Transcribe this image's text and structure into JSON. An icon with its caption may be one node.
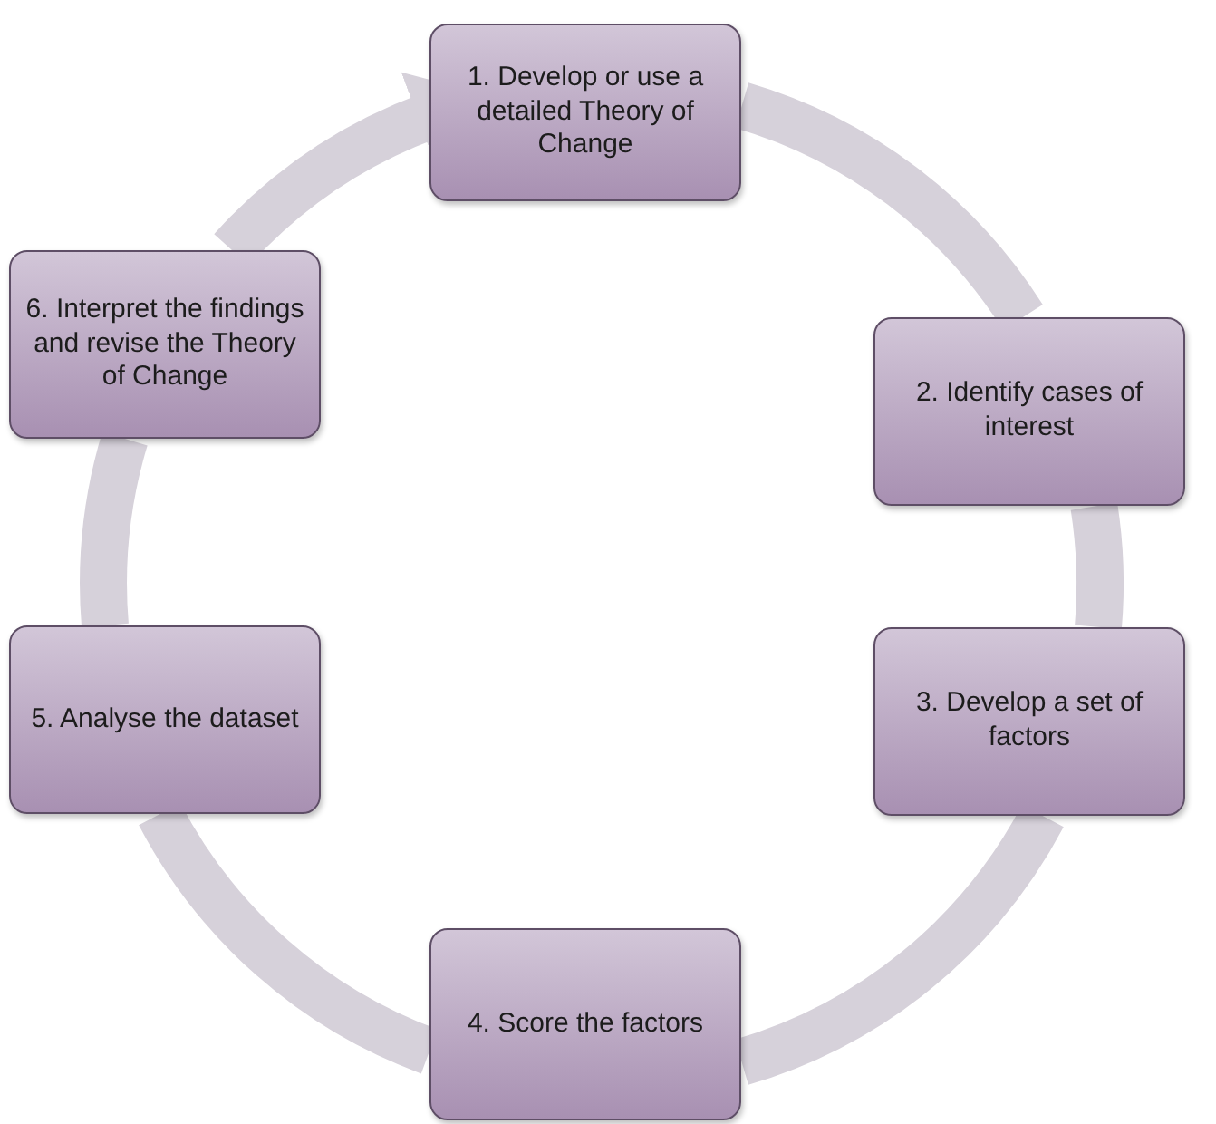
{
  "diagram": {
    "nodes": [
      {
        "text": [
          "1. Develop or use a detailed Theory of Change"
        ]
      },
      {
        "text": [
          "2. Identify cases of interest"
        ]
      },
      {
        "text": [
          "3. Develop a set of factors"
        ]
      },
      {
        "text": [
          "4. Score the factors"
        ]
      },
      {
        "text": [
          "5. Analyse the dataset"
        ]
      },
      {
        "text": [
          "6. Interpret the findings and revise the Theory of Change"
        ]
      }
    ],
    "edges": [
      {
        "from": 0,
        "to": 1,
        "arrow": "none"
      },
      {
        "from": 1,
        "to": 2,
        "arrow": "none"
      },
      {
        "from": 2,
        "to": 3,
        "arrow": "none"
      },
      {
        "from": 3,
        "to": 4,
        "arrow": "none"
      },
      {
        "from": 4,
        "to": 5,
        "arrow": "none"
      },
      {
        "from": 5,
        "to": 0,
        "arrow": "to"
      }
    ]
  }
}
